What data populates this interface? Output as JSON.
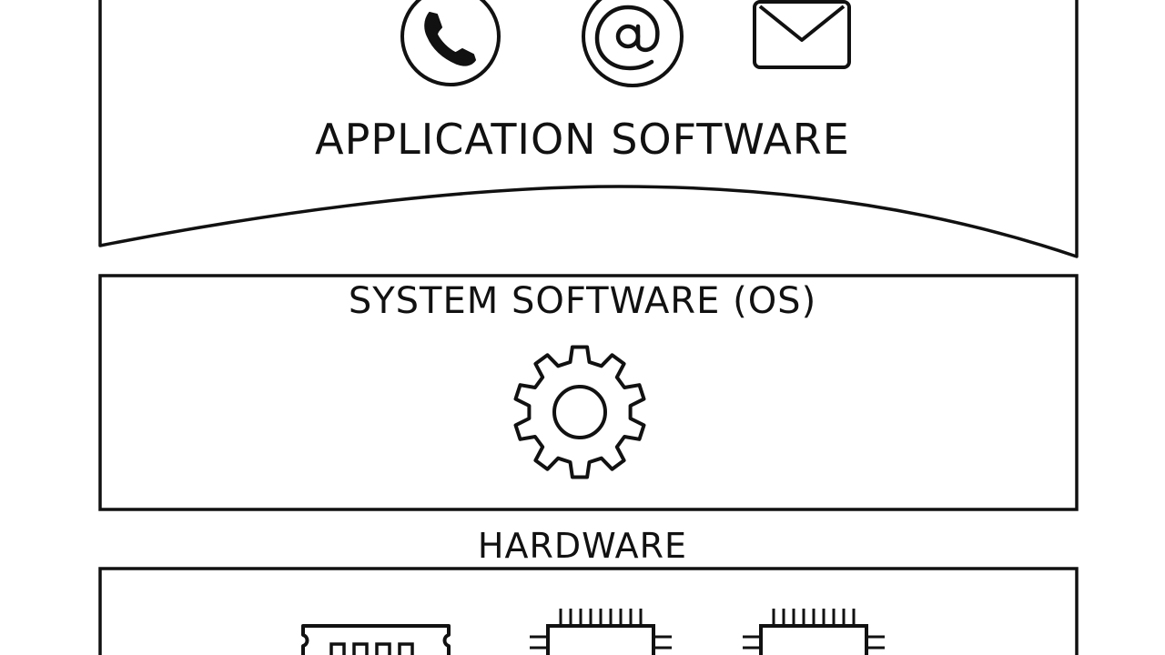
{
  "diagram": {
    "layers": {
      "application": {
        "label": "APPLICATION SOFTWARE",
        "icons": [
          "phone-icon",
          "at-sign-icon",
          "envelope-icon"
        ]
      },
      "system": {
        "label": "SYSTEM SOFTWARE (OS)",
        "icons": [
          "gear-icon"
        ]
      },
      "hardware": {
        "label": "HARDWARE",
        "icons": [
          "memory-module-icon",
          "cpu-chip-icon",
          "cpu-chip-icon"
        ]
      }
    },
    "colors": {
      "stroke": "#111111",
      "background": "#ffffff"
    }
  }
}
